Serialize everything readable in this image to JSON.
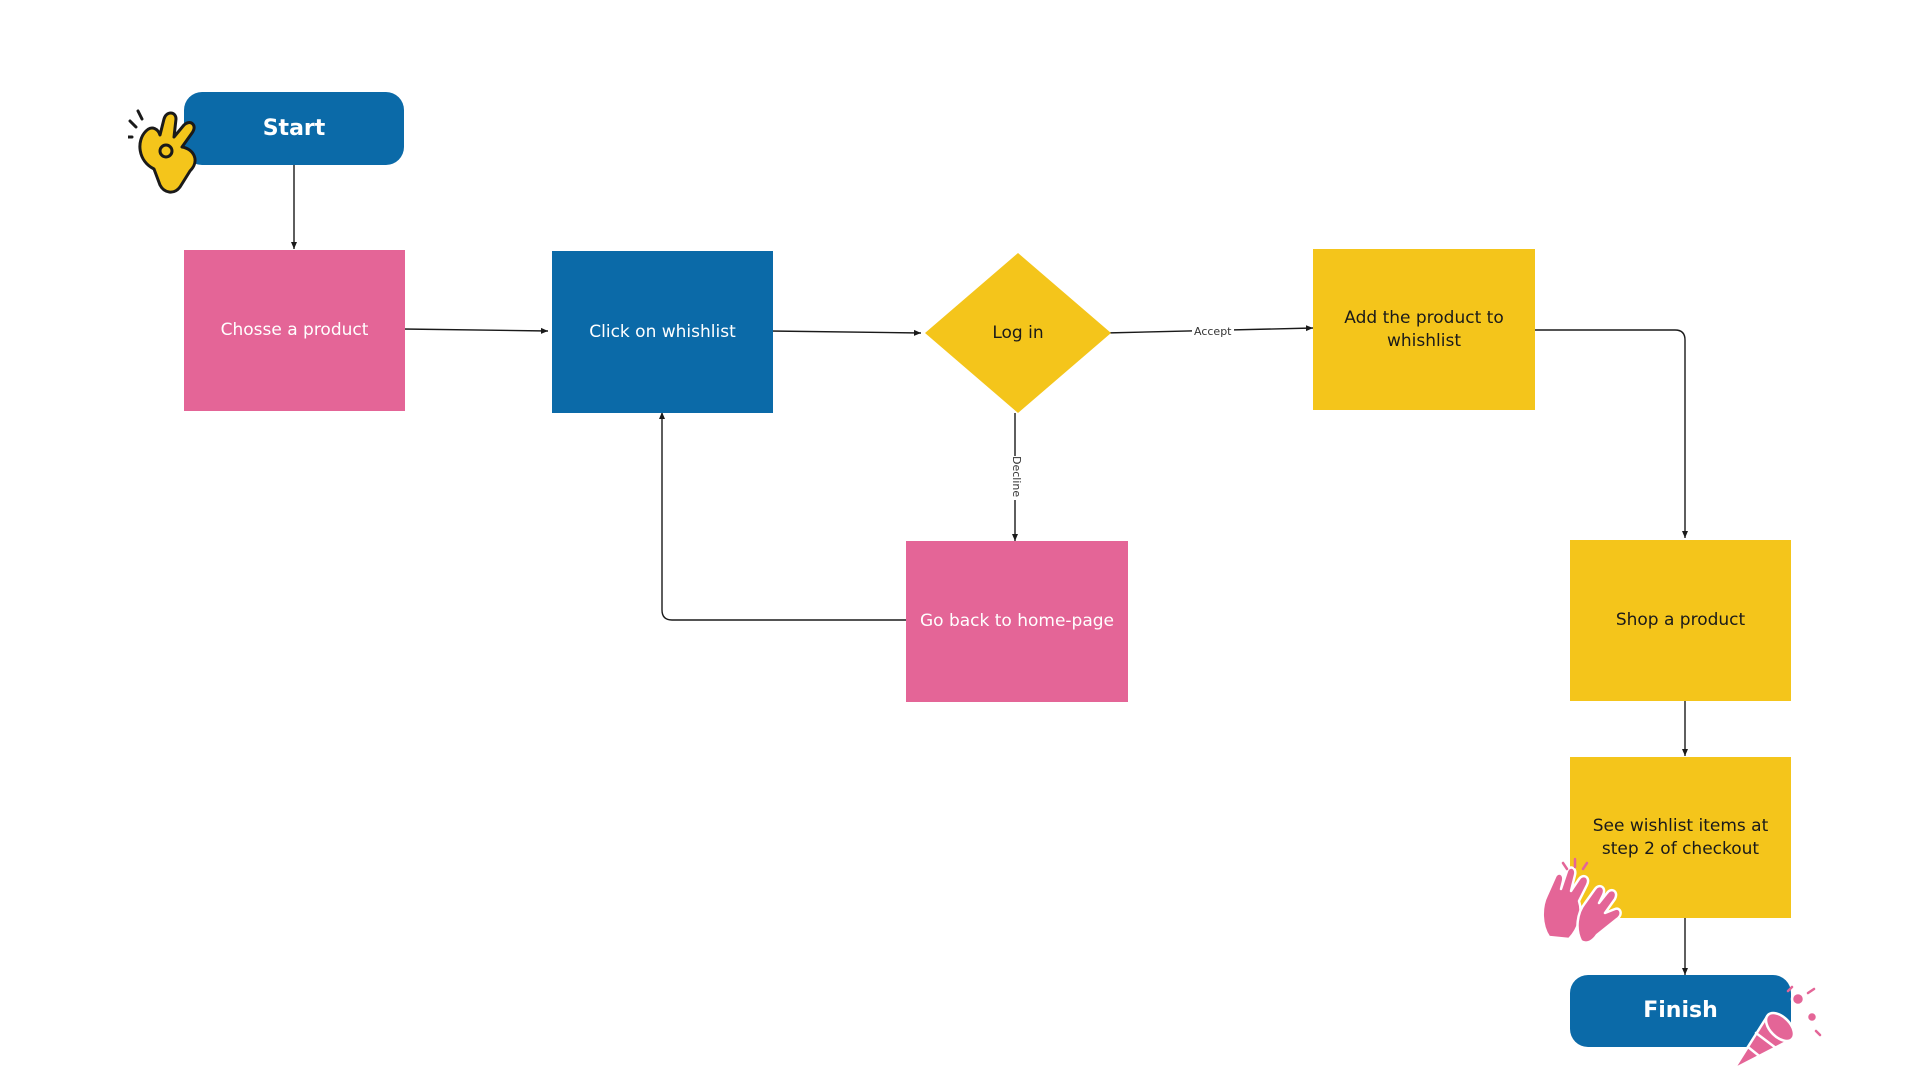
{
  "nodes": {
    "start": "Start",
    "choose_product": "Chosse a product",
    "click_wishlist": "Click on whishlist",
    "log_in": "Log in",
    "add_product": "Add the product to whishlist",
    "go_back": "Go back to home-page",
    "shop_product": "Shop a product",
    "see_wishlist": "See wishlist items at step 2 of checkout",
    "finish": "Finish"
  },
  "edges": {
    "accept": "Accept",
    "decline": "Decline"
  },
  "colors": {
    "blue": "#0b6aa8",
    "pink": "#e46597",
    "yellow": "#f4c51b",
    "line": "#1a1a1a"
  },
  "stickers": [
    "ok-hand-icon",
    "high-five-icon",
    "party-popper-icon"
  ]
}
